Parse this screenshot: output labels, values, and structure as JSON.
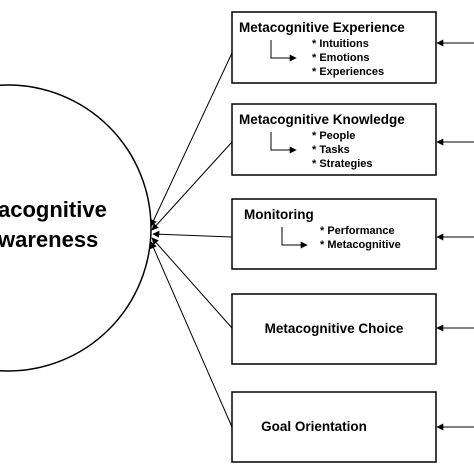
{
  "center": {
    "lines": [
      "acognitive",
      "wareness"
    ]
  },
  "boxes": [
    {
      "title": "Metacognitive Experience",
      "items": [
        "* Intuitions",
        "* Emotions",
        "* Experiences"
      ]
    },
    {
      "title": "Metacognitive Knowledge",
      "items": [
        "* People",
        "* Tasks",
        "* Strategies"
      ]
    },
    {
      "title": "Monitoring",
      "items": [
        "* Performance",
        "* Metacognitive"
      ]
    },
    {
      "title": "Metacognitive Choice",
      "items": []
    },
    {
      "title": "Goal Orientation",
      "items": []
    }
  ],
  "colors": {
    "stroke": "#000000",
    "fill": "#ffffff",
    "text": "#000000"
  }
}
